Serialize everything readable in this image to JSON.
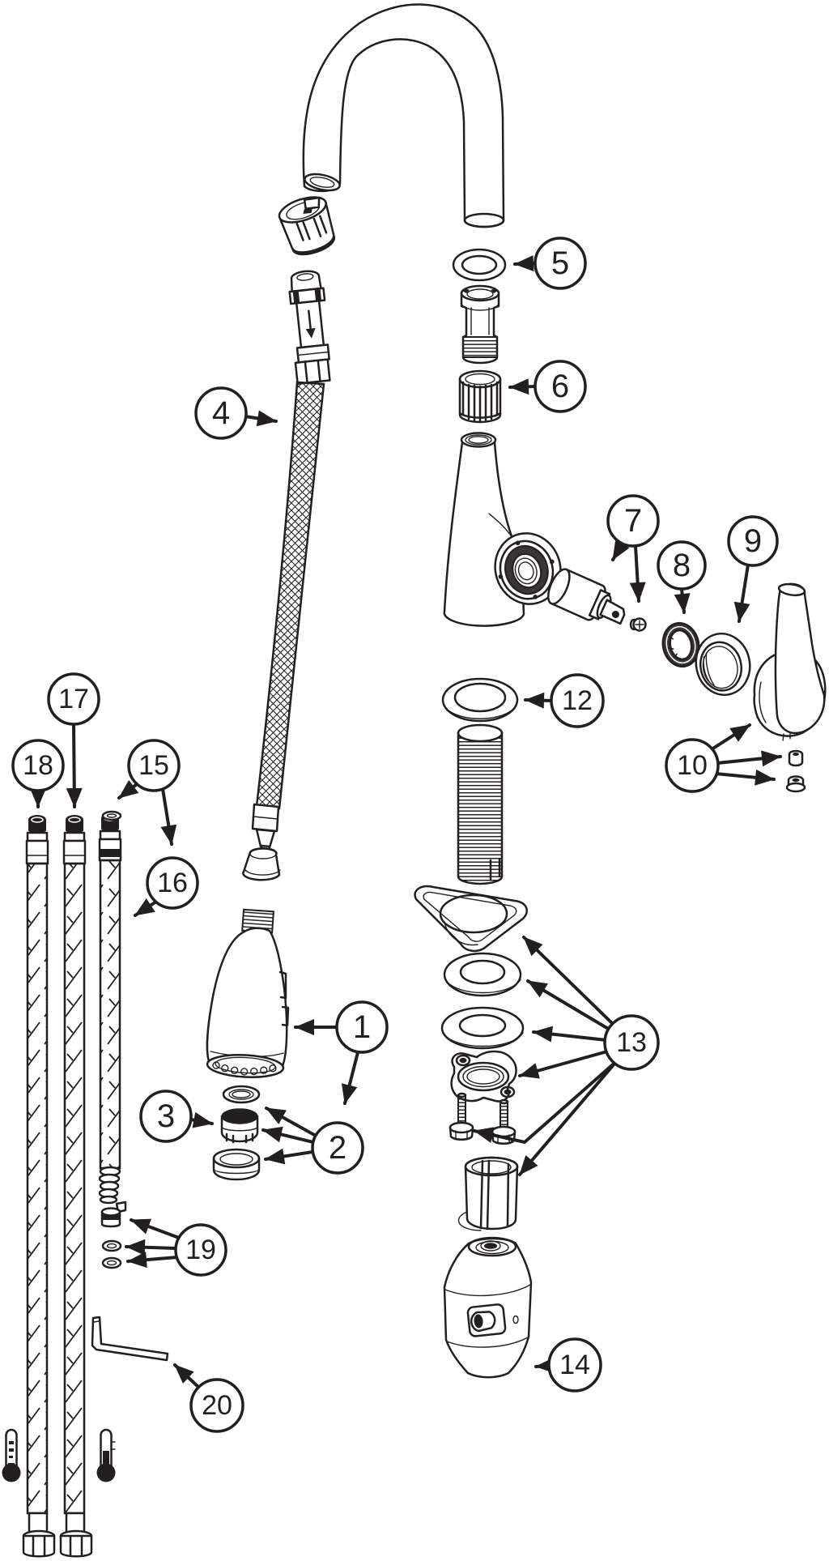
{
  "diagram": {
    "background_color": "#ffffff",
    "line_color": "#231f20",
    "callouts": [
      {
        "number": "1"
      },
      {
        "number": "2"
      },
      {
        "number": "3"
      },
      {
        "number": "4"
      },
      {
        "number": "5"
      },
      {
        "number": "6"
      },
      {
        "number": "7"
      },
      {
        "number": "8"
      },
      {
        "number": "9"
      },
      {
        "number": "10"
      },
      {
        "number": "12"
      },
      {
        "number": "13"
      },
      {
        "number": "14"
      },
      {
        "number": "15"
      },
      {
        "number": "16"
      },
      {
        "number": "17"
      },
      {
        "number": "18"
      },
      {
        "number": "19"
      },
      {
        "number": "20"
      }
    ]
  }
}
